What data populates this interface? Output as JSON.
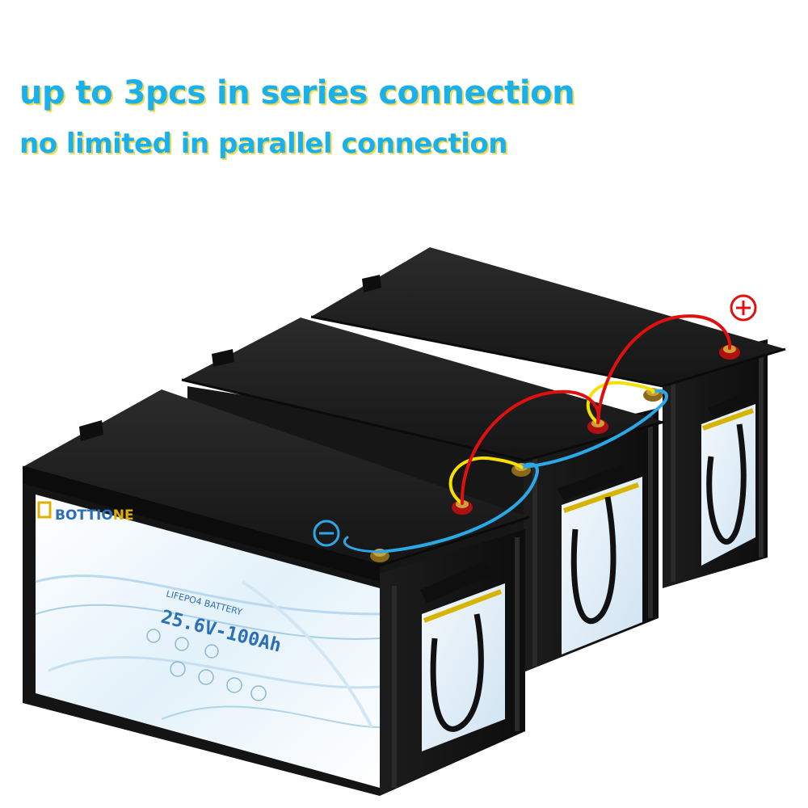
{
  "headline": {
    "line1": "up to 3pcs in series connection",
    "line2": "no limited in parallel connection"
  },
  "battery": {
    "brand_prefix": "BOTTIO",
    "brand_suffix": "NE",
    "chemistry": "LIFEPO4 BATTERY",
    "spec": "25.6V-100Ah",
    "count": 3
  },
  "terminals": {
    "positive_symbol": "⊕",
    "negative_symbol": "⊖"
  },
  "colors": {
    "headline_text": "#1ab0ec",
    "headline_outline": "#f2d94a",
    "positive_wire": "#e01010",
    "series_jumper": "#f5e000",
    "negative_wire": "#2aa8e8",
    "battery_case": "#1a1a1a",
    "label_background": "#eef6fb"
  }
}
